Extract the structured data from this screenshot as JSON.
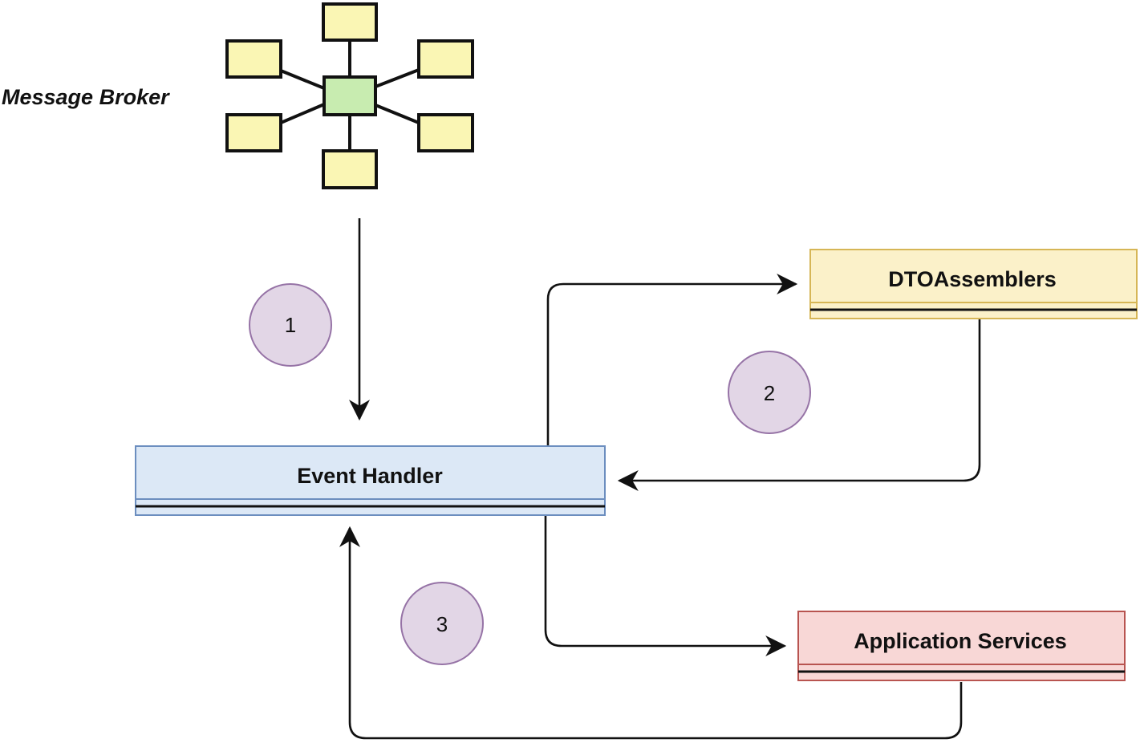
{
  "message_broker": {
    "label": "Message Broker",
    "hub_color": "#c8ecb0",
    "node_color": "#faf6b4",
    "icon": "star-network-icon"
  },
  "classes": {
    "event_handler": {
      "title": "Event Handler",
      "fill": "#dce8f6",
      "stroke": "#6c8ebf"
    },
    "dto_assemblers": {
      "title": "DTOAssemblers",
      "fill": "#fbf1c9",
      "stroke": "#d6b656"
    },
    "application_services": {
      "title": "Application Services",
      "fill": "#f8d7d6",
      "stroke": "#b85450"
    }
  },
  "steps": [
    {
      "label": "1",
      "fill": "#e2d6e6",
      "stroke": "#9673a6"
    },
    {
      "label": "2",
      "fill": "#e2d6e6",
      "stroke": "#9673a6"
    },
    {
      "label": "3",
      "fill": "#e2d6e6",
      "stroke": "#9673a6"
    }
  ],
  "edges": [
    {
      "from": "message_broker",
      "to": "event_handler"
    },
    {
      "from": "event_handler",
      "to": "dto_assemblers"
    },
    {
      "from": "dto_assemblers",
      "to": "event_handler"
    },
    {
      "from": "event_handler",
      "to": "application_services"
    },
    {
      "from": "application_services",
      "to": "event_handler"
    }
  ]
}
